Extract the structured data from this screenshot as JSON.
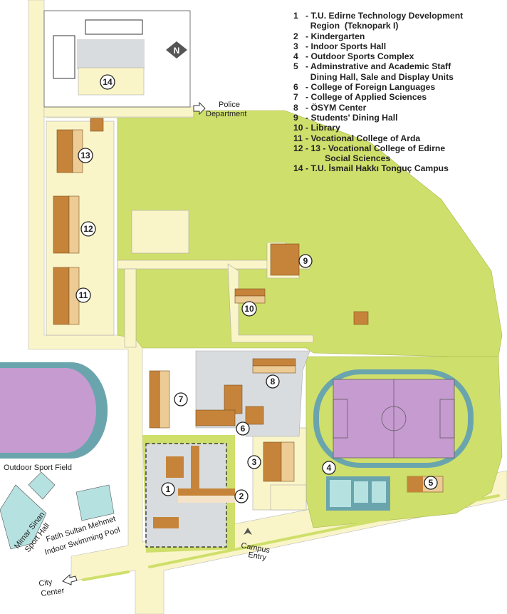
{
  "legend": [
    {
      "num": "1",
      "text": "- T.U. Edirne Technology Development\n  Region  (Teknopark I)"
    },
    {
      "num": "2",
      "text": "- Kindergarten"
    },
    {
      "num": "3",
      "text": "- Indoor Sports Hall"
    },
    {
      "num": "4",
      "text": "- Outdoor Sports Complex"
    },
    {
      "num": "5",
      "text": "- Adminstrative and Academic Staff\n  Dining Hall, Sale and Display Units"
    },
    {
      "num": "6",
      "text": "- College of Foreign Languages"
    },
    {
      "num": "7",
      "text": "- College of Applied Sciences"
    },
    {
      "num": "8",
      "text": "- ÖSYM Center"
    },
    {
      "num": "9",
      "text": "- Students' Dining Hall"
    },
    {
      "num": "10",
      "text": "- Library"
    },
    {
      "num": "11",
      "text": "- Vocational College of Arda"
    },
    {
      "num": "12",
      "text": "- 13 - Vocational College of Edirne\n        Social Sciences"
    },
    {
      "num": "14",
      "text": "- T.U. İsmail Hakkı Tonguç Campus"
    }
  ],
  "markers": [
    "1",
    "2",
    "3",
    "4",
    "5",
    "6",
    "7",
    "8",
    "9",
    "10",
    "11",
    "12",
    "13",
    "14"
  ],
  "labels": {
    "police_1": "Police",
    "police_2": "Department",
    "outdoor_field": "Outdoor Sport Field",
    "mimar_1": "Mimar Sinan",
    "mimar_2": "Sport Hall",
    "pool_1": "Fatih Sultan Mehmet",
    "pool_2": "Indoor Swimming Pool",
    "entry_1": "Campus",
    "entry_2": "Entry",
    "city_1": "City",
    "city_2": "Center",
    "north": "N"
  },
  "colors": {
    "green": "#cfdf6b",
    "cream": "#faf5c8",
    "gray": "#d9dcdf",
    "building": "#c6843a",
    "building_light": "#eccb95",
    "track": "#6aa5ae",
    "field": "#c59bd0",
    "cyan": "#b5e2e1"
  }
}
